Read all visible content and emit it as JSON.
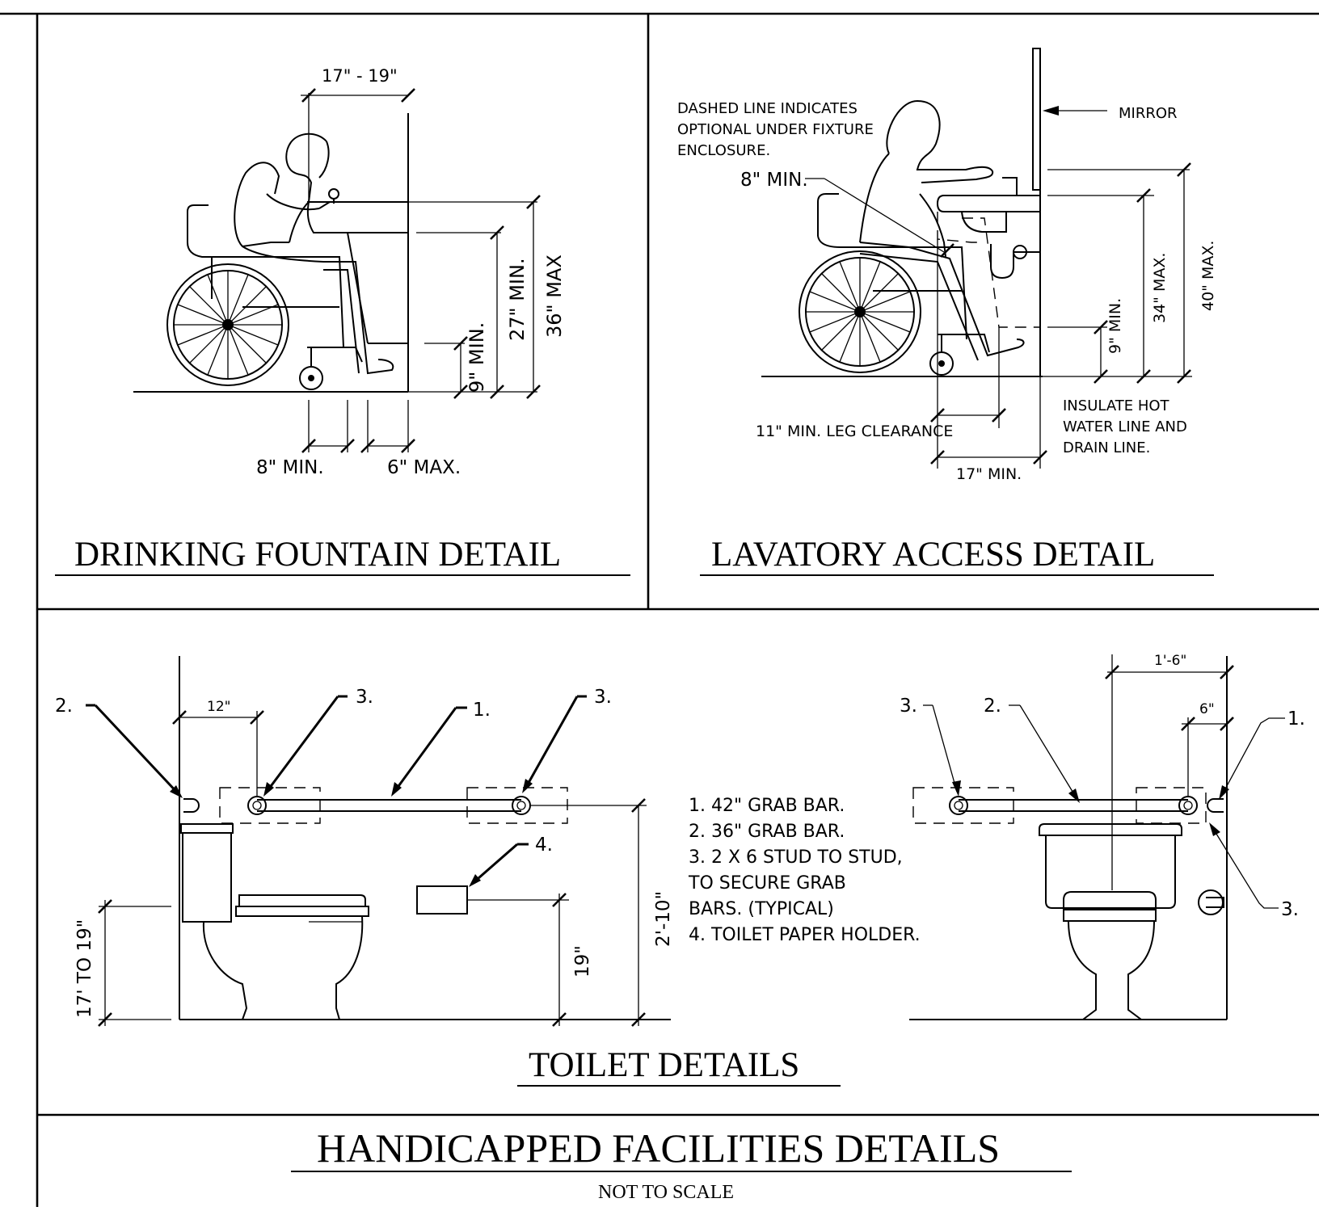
{
  "sheet": {
    "title": "HANDICAPPED FACILITIES DETAILS",
    "subtitle": "NOT TO SCALE"
  },
  "fountain": {
    "title": "DRINKING FOUNTAIN DETAIL",
    "dims": {
      "width": "17\" - 19\"",
      "knee_min": "27\" MIN.",
      "max_height": "36\" MAX",
      "toe_min": "9\" MIN.",
      "depth_min": "8\" MIN.",
      "depth_max": "6\" MAX."
    }
  },
  "lavatory": {
    "title": "LAVATORY ACCESS DETAIL",
    "note_dashed": [
      "DASHED LINE INDICATES",
      "OPTIONAL UNDER FIXTURE",
      "ENCLOSURE."
    ],
    "mirror": "MIRROR",
    "dims": {
      "knee_min": "8\" MIN.",
      "rim_max": "34\" MAX.",
      "mirror_max": "40\" MAX.",
      "toe_min": "9\" MIN.",
      "leg_clearance": "11\" MIN. LEG CLEARANCE",
      "depth_min": "17\" MIN."
    },
    "note_insulate": [
      "INSULATE HOT",
      "WATER LINE AND",
      "DRAIN LINE."
    ]
  },
  "toilet": {
    "title": "TOILET DETAILS",
    "left": {
      "callouts": {
        "c2": "2.",
        "c3a": "3.",
        "c1": "1.",
        "c3b": "3.",
        "c4": "4."
      },
      "dims": {
        "bar_offset": "12\"",
        "bar_height": "2'-10\"",
        "holder_height": "19\"",
        "seat_height": "17' TO 19\""
      }
    },
    "notes": [
      "1. 42\" GRAB BAR.",
      "2. 36\" GRAB BAR.",
      "3. 2 X 6 STUD TO STUD,",
      "TO SECURE GRAB",
      "BARS. (TYPICAL)",
      "4. TOILET PAPER HOLDER."
    ],
    "right": {
      "callouts": {
        "c3a": "3.",
        "c2": "2.",
        "c1": "1.",
        "c3b": "3."
      },
      "dims": {
        "center": "1'-6\"",
        "bar_offset": "6\""
      }
    }
  }
}
